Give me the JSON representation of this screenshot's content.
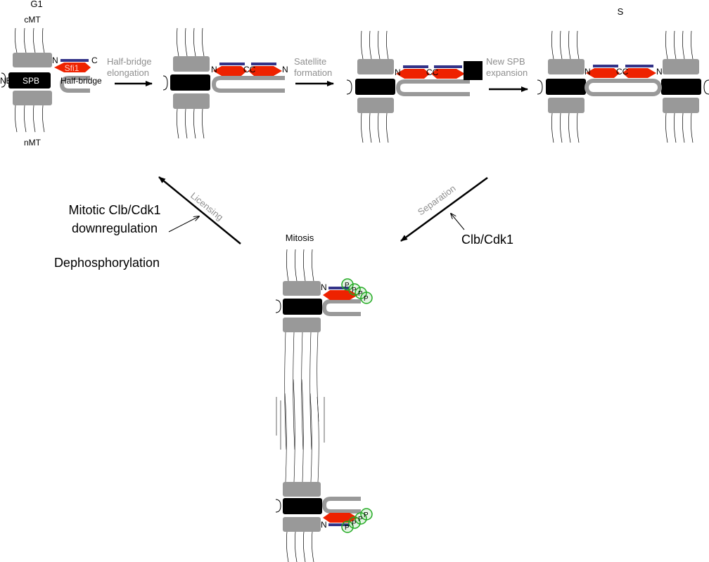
{
  "stages": {
    "g1": "G1",
    "s": "S",
    "mitosis": "Mitosis"
  },
  "labels": {
    "cmt": "cMT",
    "nmt": "nMT",
    "ne": "NE",
    "spb": "SPB",
    "sfi1": "Sfi1",
    "half_bridge": "Half-bridge",
    "n": "N",
    "c": "C",
    "cc": "CC",
    "p": "P"
  },
  "transitions": {
    "half_bridge_elongation": [
      "Half-bridge",
      "elongation"
    ],
    "satellite_formation": [
      "Satellite",
      "formation"
    ],
    "new_spb_expansion": [
      "New SPB",
      "expansion"
    ],
    "licensing": "Licensing",
    "separation": "Separation"
  },
  "regulators": {
    "mitotic_clb_cdk1": [
      "Mitotic Clb/Cdk1",
      "downregulation"
    ],
    "dephosphorylation": "Dephosphorylation",
    "clb_cdk1": "Clb/Cdk1"
  },
  "colors": {
    "plaque_gray": "#999999",
    "spb_black": "#000000",
    "sfi1_red": "#ee2200",
    "repeat_blue": "#333388",
    "phospho_green": "#22aa22",
    "label_gray": "#8f8f8f"
  }
}
